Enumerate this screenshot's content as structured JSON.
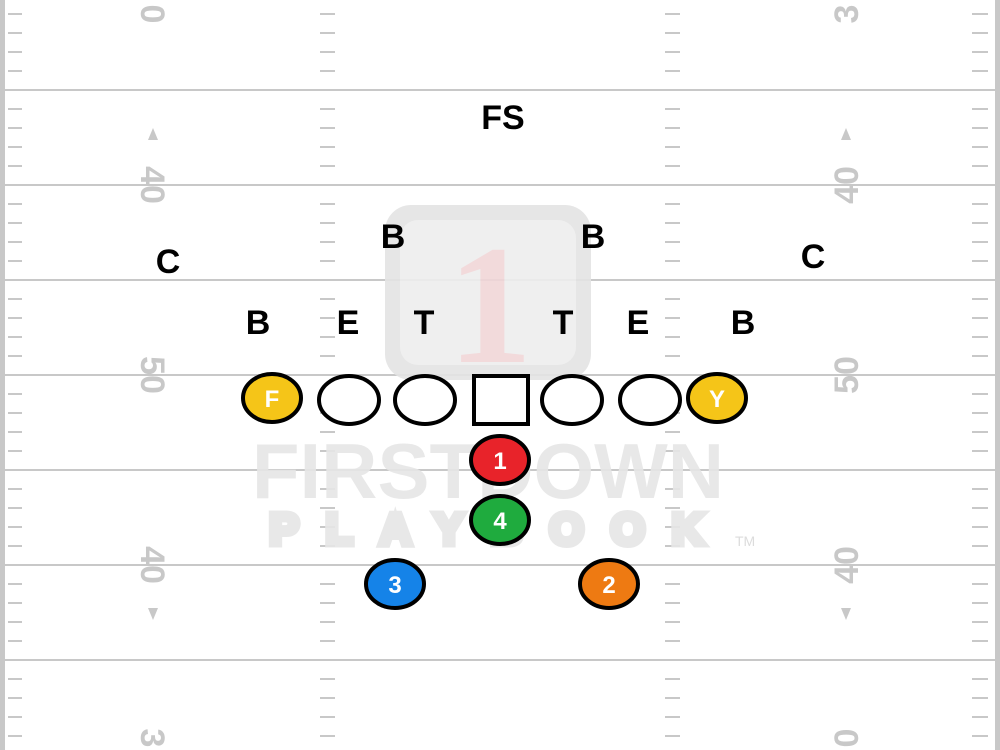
{
  "field": {
    "yard_numbers": [
      {
        "left": "0",
        "right": "3"
      },
      {
        "left": "40",
        "right": "40"
      },
      {
        "left": "50",
        "right": "50"
      },
      {
        "left": "40",
        "right": "40"
      },
      {
        "left": "3",
        "right": "0"
      }
    ]
  },
  "watermark": {
    "line1": "FIRSTDOWN",
    "line2": "PLAYBOOK",
    "trademark": "TM",
    "logo_numeral": "1"
  },
  "defense": [
    {
      "name": "def-free-safety",
      "label": "FS"
    },
    {
      "name": "def-backer-left",
      "label": "B"
    },
    {
      "name": "def-backer-right",
      "label": "B"
    },
    {
      "name": "def-corner-left",
      "label": "C"
    },
    {
      "name": "def-corner-right",
      "label": "C"
    },
    {
      "name": "def-backer-outside-left",
      "label": "B"
    },
    {
      "name": "def-end-left",
      "label": "E"
    },
    {
      "name": "def-tackle-left",
      "label": "T"
    },
    {
      "name": "def-tackle-right",
      "label": "T"
    },
    {
      "name": "def-end-right",
      "label": "E"
    },
    {
      "name": "def-backer-outside-right",
      "label": "B"
    }
  ],
  "offense": [
    {
      "name": "player-f",
      "label": "F",
      "color": "#f5c518"
    },
    {
      "name": "player-y",
      "label": "Y",
      "color": "#f5c518"
    },
    {
      "name": "player-1",
      "label": "1",
      "color": "#e8232a"
    },
    {
      "name": "player-4",
      "label": "4",
      "color": "#1fab3e"
    },
    {
      "name": "player-3",
      "label": "3",
      "color": "#1583e8"
    },
    {
      "name": "player-2",
      "label": "2",
      "color": "#ee7a12"
    }
  ],
  "colors": {
    "field_line": "#c8c8c8",
    "outline": "#000000"
  }
}
